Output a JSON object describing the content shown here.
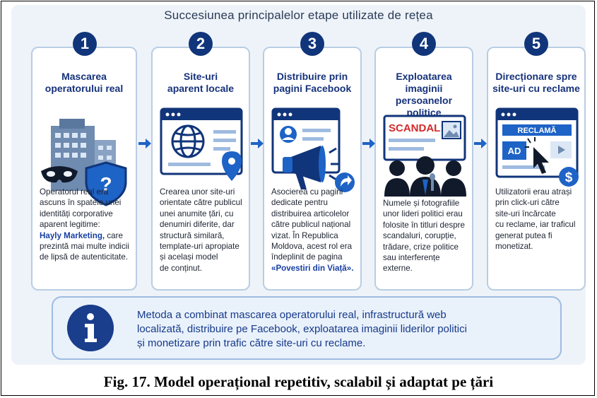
{
  "title": "Succesiunea principalelor etape utilizate de rețea",
  "steps": [
    {
      "number": "1",
      "title": [
        "Mascarea",
        "operatorului real"
      ],
      "icons": [
        "building-icon",
        "mask-icon",
        "shield-question-icon"
      ],
      "text": [
        {
          "t": "Operatorul real era",
          "h": false
        },
        {
          "t": "ascuns în spatele unei",
          "h": false
        },
        {
          "t": "identități corporative",
          "h": false
        },
        {
          "t": "aparent legitime:",
          "h": false
        },
        {
          "t": "Hayly Marketing,",
          "h": true,
          "rest": " care"
        },
        {
          "t": "prezintă mai multe indicii",
          "h": false
        },
        {
          "t": "de lipsă de autenticitate.",
          "h": false
        }
      ]
    },
    {
      "number": "2",
      "title": [
        "Site-uri",
        "aparent locale"
      ],
      "icons": [
        "browser-window-icon",
        "globe-icon",
        "location-pin-icon"
      ],
      "text": [
        {
          "t": "Crearea unor site-uri",
          "h": false
        },
        {
          "t": "orientate către publicul",
          "h": false
        },
        {
          "t": "unei anumite țări, cu",
          "h": false
        },
        {
          "t": "denumiri diferite, dar",
          "h": false
        },
        {
          "t": "structură similară,",
          "h": false
        },
        {
          "t": "template-uri apropiate",
          "h": false
        },
        {
          "t": "și același model",
          "h": false
        },
        {
          "t": "de conținut.",
          "h": false
        }
      ]
    },
    {
      "number": "3",
      "title": [
        "Distribuire prin",
        "pagini Facebook"
      ],
      "icons": [
        "profile-page-icon",
        "megaphone-icon",
        "share-icon"
      ],
      "text": [
        {
          "t": "Asocierea cu pagini",
          "h": false
        },
        {
          "t": "dedicate pentru",
          "h": false
        },
        {
          "t": "distribuirea articolelor",
          "h": false
        },
        {
          "t": "către publicul național",
          "h": false
        },
        {
          "t": "vizat. În Republica",
          "h": false
        },
        {
          "t": "Moldova, acest rol era",
          "h": false
        },
        {
          "t": "îndeplinit de pagina",
          "h": false
        },
        {
          "t": "«Povestiri din Viață».",
          "h": true
        }
      ]
    },
    {
      "number": "4",
      "title": [
        "Exploatarea",
        "imaginii persoanelor",
        "politice"
      ],
      "icons": [
        "news-scandal-icon",
        "photo-icon",
        "politicians-icon"
      ],
      "scandal": "SCANDAL!",
      "text": [
        {
          "t": "Numele și fotografiile",
          "h": false
        },
        {
          "t": "unor lideri politici erau",
          "h": false
        },
        {
          "t": "folosite în titluri despre",
          "h": false
        },
        {
          "t": "scandaluri, corupție,",
          "h": false
        },
        {
          "t": "trădare, crize politice",
          "h": false
        },
        {
          "t": "sau interferențe",
          "h": false
        },
        {
          "t": "externe.",
          "h": false
        }
      ]
    },
    {
      "number": "5",
      "title": [
        "Direcționare spre",
        "site-uri cu reclame"
      ],
      "icons": [
        "ad-page-icon",
        "cursor-icon",
        "dollar-icon"
      ],
      "ad_banner": "RECLAMĂ",
      "ad_label": "AD",
      "text": [
        {
          "t": "Utilizatorii erau atrași",
          "h": false
        },
        {
          "t": "prin click-uri către",
          "h": false
        },
        {
          "t": "site-uri încărcate",
          "h": false
        },
        {
          "t": "cu reclame, iar traficul",
          "h": false
        },
        {
          "t": "generat putea fi",
          "h": false
        },
        {
          "t": "monetizat.",
          "h": false
        }
      ]
    }
  ],
  "summary": {
    "icon": "info-icon",
    "lines": [
      "Metoda a combinat mascarea operatorului real, infrastructură web",
      "localizată, distribuire pe Facebook, exploatarea imaginii liderilor politici",
      "și monetizare prin trafic către site-uri cu reclame."
    ]
  },
  "caption": "Fig. 17. Model operațional repetitiv, scalabil și adaptat pe țări",
  "colors": {
    "navy": "#11357a",
    "accent_blue": "#1e63c6",
    "card_border": "#b9cde4",
    "panel_bg": "#eef3f9",
    "scandal_red": "#d22a2a"
  }
}
